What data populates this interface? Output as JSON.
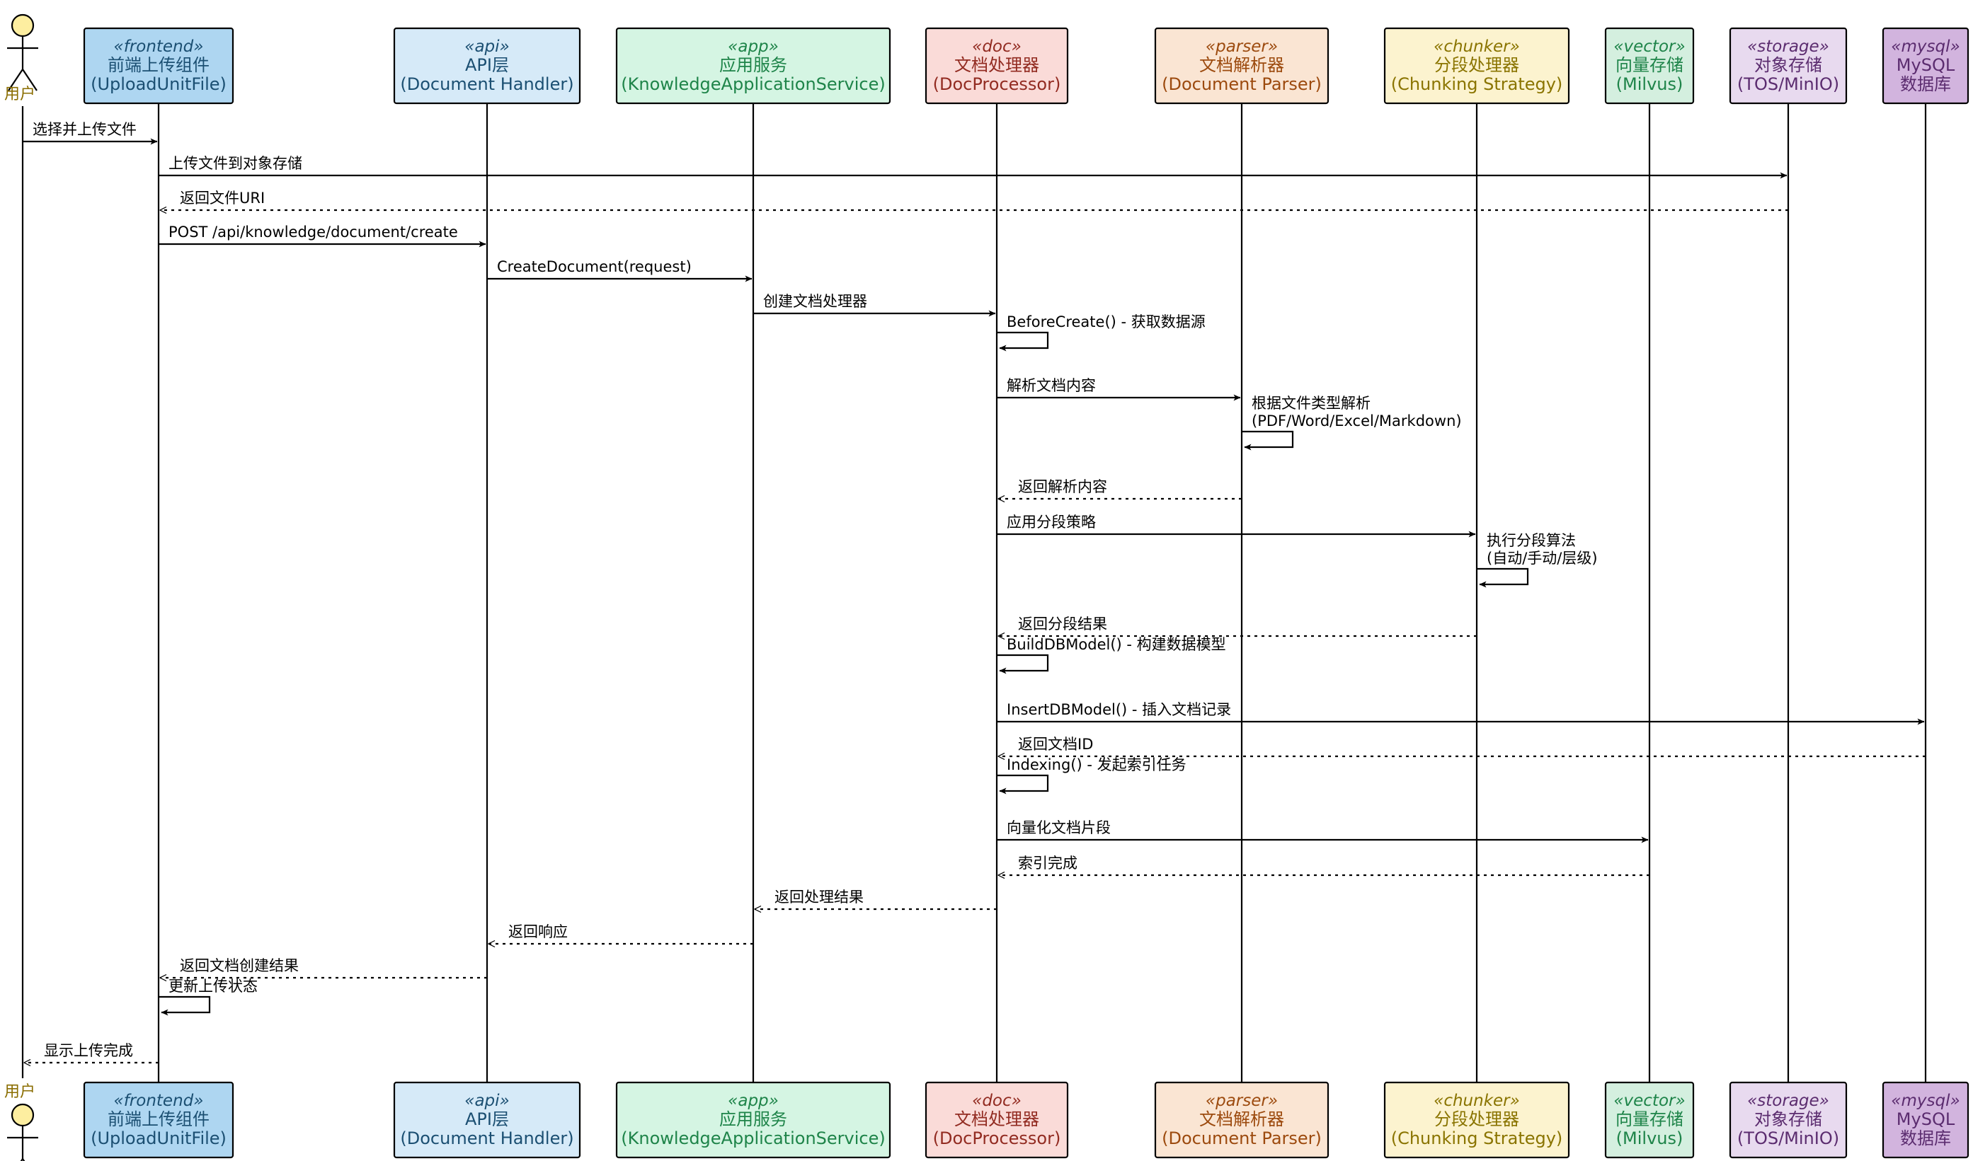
{
  "actor": {
    "name": "用户"
  },
  "participants": [
    {
      "id": "frontend",
      "stereotype": "«frontend»",
      "line1": "前端上传组件",
      "line2": "(UploadUnitFile)",
      "fill": "#aed6f1",
      "text": "#1b4f72"
    },
    {
      "id": "api",
      "stereotype": "«api»",
      "line1": "API层",
      "line2": "(Document Handler)",
      "fill": "#d6eaf8",
      "text": "#1b4f72"
    },
    {
      "id": "app",
      "stereotype": "«app»",
      "line1": "应用服务",
      "line2": "(KnowledgeApplicationService)",
      "fill": "#d5f5e3",
      "text": "#1e8449"
    },
    {
      "id": "doc",
      "stereotype": "«doc»",
      "line1": "文档处理器",
      "line2": "(DocProcessor)",
      "fill": "#fadbd8",
      "text": "#922b21"
    },
    {
      "id": "parser",
      "stereotype": "«parser»",
      "line1": "文档解析器",
      "line2": "(Document Parser)",
      "fill": "#fae5d3",
      "text": "#9c4a0e"
    },
    {
      "id": "chunker",
      "stereotype": "«chunker»",
      "line1": "分段处理器",
      "line2": "(Chunking Strategy)",
      "fill": "#fcf3cf",
      "text": "#8a7400"
    },
    {
      "id": "vector",
      "stereotype": "«vector»",
      "line1": "向量存储",
      "line2": "(Milvus)",
      "fill": "#d4efdf",
      "text": "#1e8449"
    },
    {
      "id": "storage",
      "stereotype": "«storage»",
      "line1": "对象存储",
      "line2": "(TOS/MinIO)",
      "fill": "#e8daef",
      "text": "#5b2c6f"
    },
    {
      "id": "mysql",
      "stereotype": "«mysql»",
      "line1": "MySQL",
      "line2": "数据库",
      "fill": "#d2b4de",
      "text": "#5b2c6f"
    }
  ],
  "messages": [
    {
      "from": "user",
      "to": "frontend",
      "type": "sync",
      "labels": [
        "选择并上传文件"
      ]
    },
    {
      "from": "frontend",
      "to": "storage",
      "type": "sync",
      "labels": [
        "上传文件到对象存储"
      ]
    },
    {
      "from": "storage",
      "to": "frontend",
      "type": "return",
      "labels": [
        "返回文件URI"
      ]
    },
    {
      "from": "frontend",
      "to": "api",
      "type": "sync",
      "labels": [
        "POST /api/knowledge/document/create"
      ]
    },
    {
      "from": "api",
      "to": "app",
      "type": "sync",
      "labels": [
        "CreateDocument(request)"
      ]
    },
    {
      "from": "app",
      "to": "doc",
      "type": "sync",
      "labels": [
        "创建文档处理器"
      ]
    },
    {
      "from": "doc",
      "to": "doc",
      "type": "self",
      "labels": [
        "BeforeCreate() - 获取数据源"
      ]
    },
    {
      "from": "doc",
      "to": "parser",
      "type": "sync",
      "labels": [
        "解析文档内容"
      ]
    },
    {
      "from": "parser",
      "to": "parser",
      "type": "self",
      "labels": [
        "根据文件类型解析",
        "(PDF/Word/Excel/Markdown)"
      ]
    },
    {
      "from": "parser",
      "to": "doc",
      "type": "return",
      "labels": [
        "返回解析内容"
      ]
    },
    {
      "from": "doc",
      "to": "chunker",
      "type": "sync",
      "labels": [
        "应用分段策略"
      ]
    },
    {
      "from": "chunker",
      "to": "chunker",
      "type": "self",
      "labels": [
        "执行分段算法",
        "(自动/手动/层级)"
      ]
    },
    {
      "from": "chunker",
      "to": "doc",
      "type": "return",
      "labels": [
        "返回分段结果"
      ]
    },
    {
      "from": "doc",
      "to": "doc",
      "type": "self",
      "labels": [
        "BuildDBModel() - 构建数据模型"
      ]
    },
    {
      "from": "doc",
      "to": "mysql",
      "type": "sync",
      "labels": [
        "InsertDBModel() - 插入文档记录"
      ]
    },
    {
      "from": "mysql",
      "to": "doc",
      "type": "return",
      "labels": [
        "返回文档ID"
      ]
    },
    {
      "from": "doc",
      "to": "doc",
      "type": "self",
      "labels": [
        "Indexing() - 发起索引任务"
      ]
    },
    {
      "from": "doc",
      "to": "vector",
      "type": "sync",
      "labels": [
        "向量化文档片段"
      ]
    },
    {
      "from": "vector",
      "to": "doc",
      "type": "return",
      "labels": [
        "索引完成"
      ]
    },
    {
      "from": "doc",
      "to": "app",
      "type": "return",
      "labels": [
        "返回处理结果"
      ]
    },
    {
      "from": "app",
      "to": "api",
      "type": "return",
      "labels": [
        "返回响应"
      ]
    },
    {
      "from": "api",
      "to": "frontend",
      "type": "return",
      "labels": [
        "返回文档创建结果"
      ]
    },
    {
      "from": "frontend",
      "to": "frontend",
      "type": "self",
      "labels": [
        "更新上传状态"
      ]
    },
    {
      "from": "frontend",
      "to": "user",
      "type": "return",
      "labels": [
        "显示上传完成"
      ]
    }
  ]
}
